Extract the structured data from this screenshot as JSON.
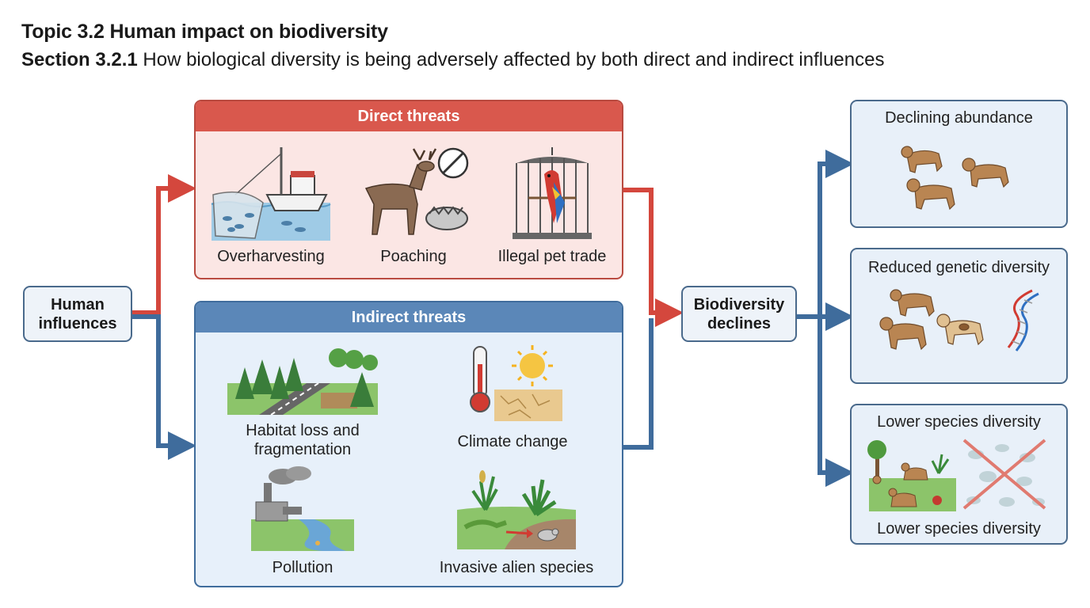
{
  "header": {
    "topic": "Topic 3.2 Human impact on biodiversity",
    "section_label": "Section 3.2.1",
    "section_text": "How biological diversity is being adversely affected by both direct and indirect influences"
  },
  "nodes": {
    "human_influences": "Human\ninfluences",
    "biodiversity_declines": "Biodiversity\ndeclines"
  },
  "direct_threats": {
    "title": "Direct threats",
    "items": [
      "Overharvesting",
      "Poaching",
      "Illegal pet trade"
    ]
  },
  "indirect_threats": {
    "title": "Indirect threats",
    "items": [
      "Habitat loss and\nfragmentation",
      "Climate change",
      "Pollution",
      "Invasive alien species"
    ]
  },
  "outcomes": {
    "declining_abundance": "Declining abundance",
    "reduced_genetic_diversity": "Reduced genetic diversity",
    "lower_species_diversity_top": "Lower species diversity",
    "lower_species_diversity_bottom": "Lower species diversity"
  },
  "colors": {
    "direct": "#d9584d",
    "indirect": "#5b87b8",
    "arrow_red": "#d4473d",
    "arrow_blue": "#3f6c9c"
  }
}
